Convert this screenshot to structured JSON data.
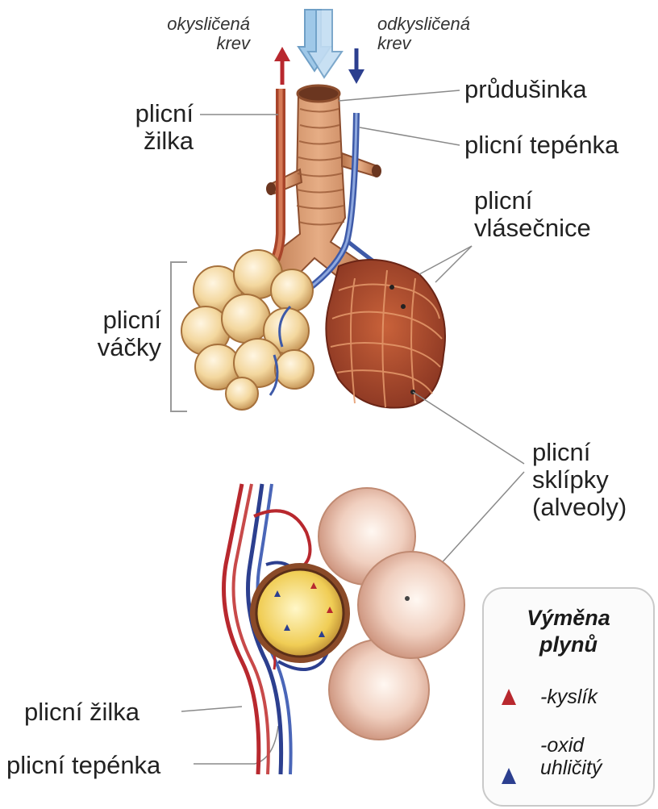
{
  "labels": {
    "oxygenated_blood": "okysličená\nkrev",
    "deoxygenated_blood": "odkysličená\nkrev",
    "bronchiole": "průdušinka",
    "pulmonary_vein_top": "plicní\nžilka",
    "pulmonary_artery_top": "plicní tepénka",
    "capillaries": "plicní\nvlásečnice",
    "alveolar_sacs": "plicní\nváčky",
    "alveoli": "plicní\nsklípky\n(alveoly)",
    "pulmonary_vein_bottom": "plicní žilka",
    "pulmonary_artery_bottom": "plicní tepénka"
  },
  "legend": {
    "title": "Výměna\nplynů",
    "oxygen": "-kyslík",
    "co2": "-oxid\nuhličitý"
  },
  "colors": {
    "oxygen": "#b8282e",
    "co2": "#2c3f8f",
    "airflow": "#9fc8e8"
  }
}
